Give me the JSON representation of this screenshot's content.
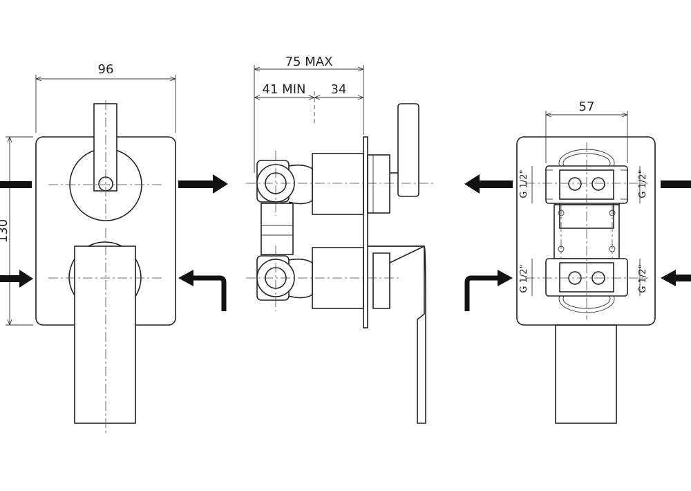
{
  "front_view": {
    "width_dim": "96",
    "height_dim": "130"
  },
  "side_view": {
    "total_depth_dim": "75 MAX",
    "min_depth_dim": "41 MIN",
    "adjust_dim": "34"
  },
  "rear_view": {
    "spacing_dim": "57",
    "thread_labels": [
      "G 1/2\"",
      "G 1/2\"",
      "G 1/2\"",
      "G 1/2\""
    ]
  }
}
